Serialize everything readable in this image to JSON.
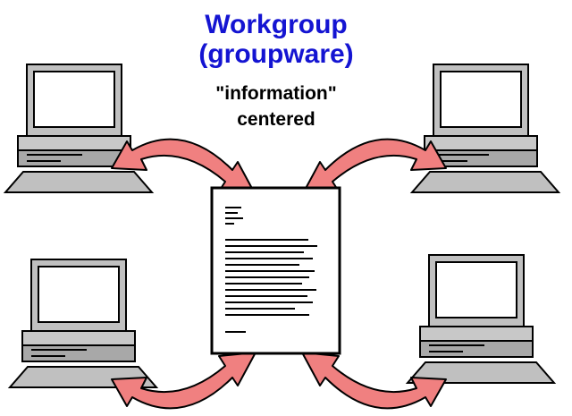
{
  "diagram": {
    "title_line1": "Workgroup",
    "title_line2": "(groupware)",
    "subtitle_line1": "\"information\"",
    "subtitle_line2": "centered"
  },
  "colors": {
    "title": "#1414d2",
    "arrow_fill": "#f08080",
    "computer_gray": "#c0c0c0",
    "outline": "#000000"
  },
  "nodes": [
    {
      "name": "computer",
      "icon": "computer-icon"
    },
    {
      "name": "computer",
      "icon": "computer-icon"
    },
    {
      "name": "computer",
      "icon": "computer-icon"
    },
    {
      "name": "computer",
      "icon": "computer-icon"
    },
    {
      "name": "shared-document",
      "icon": "document-icon"
    }
  ],
  "edges": [
    {
      "from": "computer",
      "to": "shared-document",
      "direction": "both"
    },
    {
      "from": "computer",
      "to": "shared-document",
      "direction": "both"
    },
    {
      "from": "computer",
      "to": "shared-document",
      "direction": "both"
    },
    {
      "from": "computer",
      "to": "shared-document",
      "direction": "both"
    }
  ]
}
